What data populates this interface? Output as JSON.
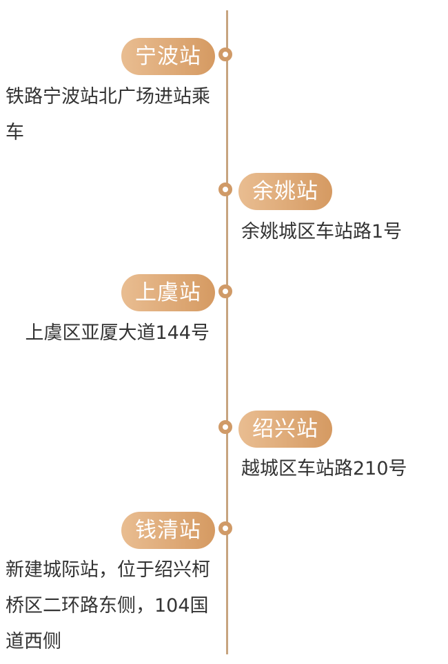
{
  "colors": {
    "accent": "#d59a62",
    "accent_light": "#e9bd91",
    "line": "#c7a47f",
    "text": "#333333"
  },
  "stations": [
    {
      "name": "宁波站",
      "description": "铁路宁波站北广场进站乘车"
    },
    {
      "name": "余姚站",
      "description": "余姚城区车站路1号"
    },
    {
      "name": "上虞站",
      "description": "上虞区亚厦大道144号"
    },
    {
      "name": "绍兴站",
      "description": "越城区车站路210号"
    },
    {
      "name": "钱清站",
      "description": "新建城际站，位于绍兴柯桥区二环路东侧，104国道西侧"
    }
  ]
}
